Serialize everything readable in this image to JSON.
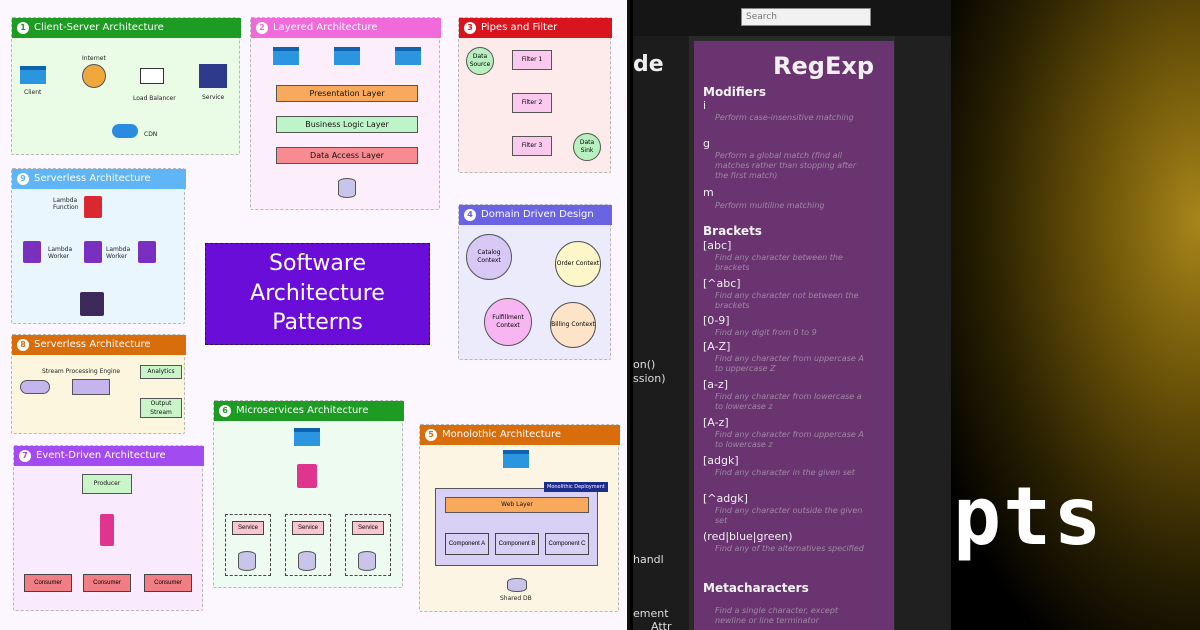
{
  "main_title": {
    "line1": "Software",
    "line2": "Architecture",
    "line3": "Patterns"
  },
  "panels": [
    {
      "num": "1",
      "title": "Client-Server Architecture",
      "color": "#1d9b22"
    },
    {
      "num": "2",
      "title": "Layered Architecture",
      "color": "#f06bd9"
    },
    {
      "num": "3",
      "title": "Pipes and Filter",
      "color": "#d9141d"
    },
    {
      "num": "4",
      "title": "Domain Driven Design",
      "color": "#6a63e3"
    },
    {
      "num": "5",
      "title": "Monolothic Architecture",
      "color": "#d86d0c"
    },
    {
      "num": "6",
      "title": "Microservices Architecture",
      "color": "#1d9b22"
    },
    {
      "num": "7",
      "title": "Event-Driven Architecture",
      "color": "#a14bf0"
    },
    {
      "num": "8",
      "title": "Serverless Architecture",
      "color": "#d86d0c"
    },
    {
      "num": "9",
      "title": "Serverless Architecture",
      "color": "#5fb5f5"
    }
  ],
  "client_server": {
    "client": "Client",
    "internet": "Internet",
    "load_balancer": "Load Balancer",
    "service": "Service",
    "cdn": "CDN"
  },
  "layered": {
    "presentation": "Presentation Layer",
    "business": "Business Logic Layer",
    "data_access": "Data Access Layer"
  },
  "pipes": {
    "source": "Data Source",
    "filter1": "Filter 1",
    "filter2": "Filter 2",
    "filter3": "Filter 3",
    "sink": "Data Sink"
  },
  "ddd": {
    "catalog": "Catalog Context",
    "order": "Order Context",
    "fulfillment": "Fulfillment Context",
    "billing": "Billing Context"
  },
  "serverless9": {
    "lambda_function": "Lambda Function",
    "worker1": "Lambda Worker",
    "worker2": "Lambda Worker"
  },
  "serverless8": {
    "engine": "Stream Processing Engine",
    "analytics": "Analytics",
    "output": "Output Stream"
  },
  "microservices": {
    "service1": "Service",
    "service2": "Service",
    "service3": "Service"
  },
  "monolithic": {
    "deployment": "Monolithic Deployment",
    "web_layer": "Web Layer",
    "comp_a": "Component A",
    "comp_b": "Component B",
    "comp_c": "Component C",
    "shared_db": "Shared DB"
  },
  "event_driven": {
    "producer": "Producer",
    "consumer1": "Consumer",
    "consumer2": "Consumer",
    "consumer3": "Consumer"
  },
  "regexp": {
    "search_placeholder": "Search",
    "title": "RegExp",
    "left_frag_de": "de",
    "left_frag_1": "on()",
    "left_frag_2": "ssion)",
    "left_frag_3": "handl",
    "left_frag_4": "ement",
    "left_frag_5": "Attr",
    "modifiers": "Modifiers",
    "mod_i": "i",
    "mod_i_desc": "Perform case-insensitive matching",
    "mod_g": "g",
    "mod_g_desc": "Perform a global match (find all matches rather than stopping after the first match)",
    "mod_m": "m",
    "mod_m_desc": "Perform multiline matching",
    "brackets": "Brackets",
    "b1": "[abc]",
    "b1_desc": "Find any character between the brackets",
    "b2": "[^abc]",
    "b2_desc": "Find any character not between the brackets",
    "b3": "[0-9]",
    "b3_desc": "Find any digit from 0 to 9",
    "b4": "[A-Z]",
    "b4_desc": "Find any character from uppercase A to uppercase Z",
    "b5": "[a-z]",
    "b5_desc": "Find any character from lowercase a to lowercase z",
    "b6": "[A-z]",
    "b6_desc": "Find any character from uppercase A to lowercase z",
    "b7": "[adgk]",
    "b7_desc": "Find any character in the given set",
    "b8": "[^adgk]",
    "b8_desc": "Find any character outside the given set",
    "b9": "(red|blue|green)",
    "b9_desc": "Find any of the alternatives specified",
    "metachars": "Metacharacters",
    "meta_desc": "Find a single character, except newline or line terminator"
  },
  "right_text": "pts",
  "colors": {
    "purple_title": "#6a0dd8",
    "regexp_bg": "#6a3470"
  }
}
